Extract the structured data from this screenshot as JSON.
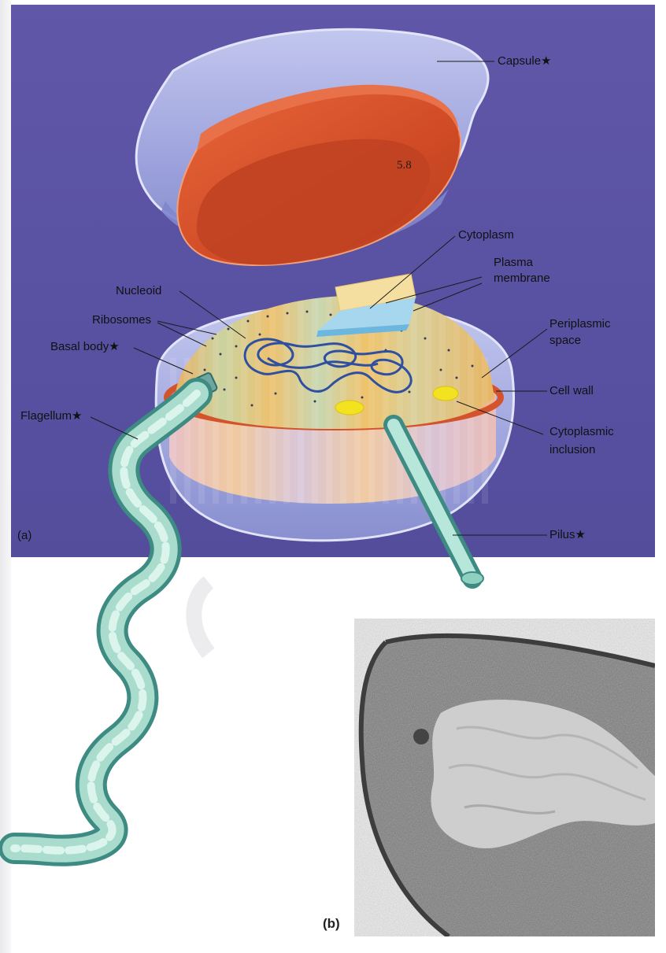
{
  "panel_a": {
    "tag": "(a)",
    "labels": {
      "capsule": "Capsule★",
      "cytoplasm": "Cytoplasm",
      "plasma_membrane_1": "Plasma",
      "plasma_membrane_2": "membrane",
      "nucleoid": "Nucleoid",
      "ribosomes": "Ribosomes",
      "basal_body": "Basal body★",
      "periplasmic_1": "Periplasmic",
      "periplasmic_2": "space",
      "cell_wall": "Cell wall",
      "flagellum": "Flagellum★",
      "inclusion_1": "Cytoplasmic",
      "inclusion_2": "inclusion",
      "pilus": "Pilus★"
    },
    "page_mark": "5.8"
  },
  "panel_b": {
    "tag": "(b)"
  },
  "colors": {
    "background": "#5b53a4",
    "capsule": "#aeb4e8",
    "cell_wall": "#d4502a",
    "cytoplasm": "#e9c774",
    "nucleoid": "#2f4fa0",
    "flagellum": "#5fb9a8",
    "inclusion": "#f3e21f"
  }
}
